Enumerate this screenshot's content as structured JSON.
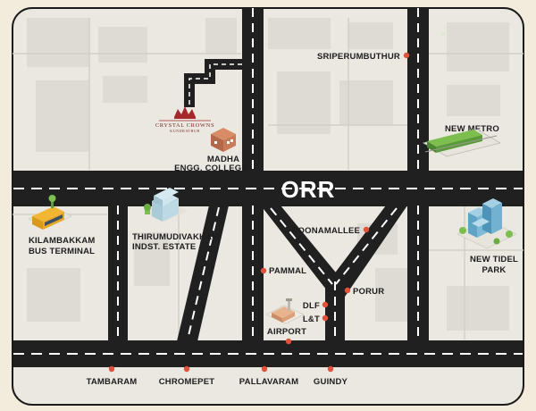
{
  "map": {
    "road_label": "ORR",
    "brand": {
      "name": "CRYSTAL CROWNS",
      "tagline": "KUNDRATHUR"
    },
    "places": {
      "sriperumbuthur": "SRIPERUMBUTHUR",
      "new_metro": "NEW METRO",
      "madha_line1": "MADHA",
      "madha_line2": "ENGG. COLLEGE",
      "kilambakkam_line1": "KILAMBAKKAM",
      "kilambakkam_line2": "BUS TERMINAL",
      "thirumudivakkam_line1": "THIRUMUDIVAKKAM",
      "thirumudivakkam_line2": "INDST. ESTATE",
      "poonamallee": "POONAMALLEE",
      "new_tidel_line1": "NEW TIDEL",
      "new_tidel_line2": "PARK",
      "pammal": "PAMMAL",
      "porur": "PORUR",
      "dlf": "DLF",
      "lt": "L&T",
      "airport": "AIRPORT",
      "tambaram": "TAMBARAM",
      "chromepet": "CHROMEPET",
      "pallavaram": "PALLAVARAM",
      "guindy": "GUINDY"
    },
    "colors": {
      "background": "#f3ecdc",
      "map_base": "#eae8e1",
      "block": "#dcdad3",
      "road": "#202020",
      "lane_marking": "#ffffff",
      "marker": "#e0533a",
      "frame": "#1b1b1b"
    }
  }
}
